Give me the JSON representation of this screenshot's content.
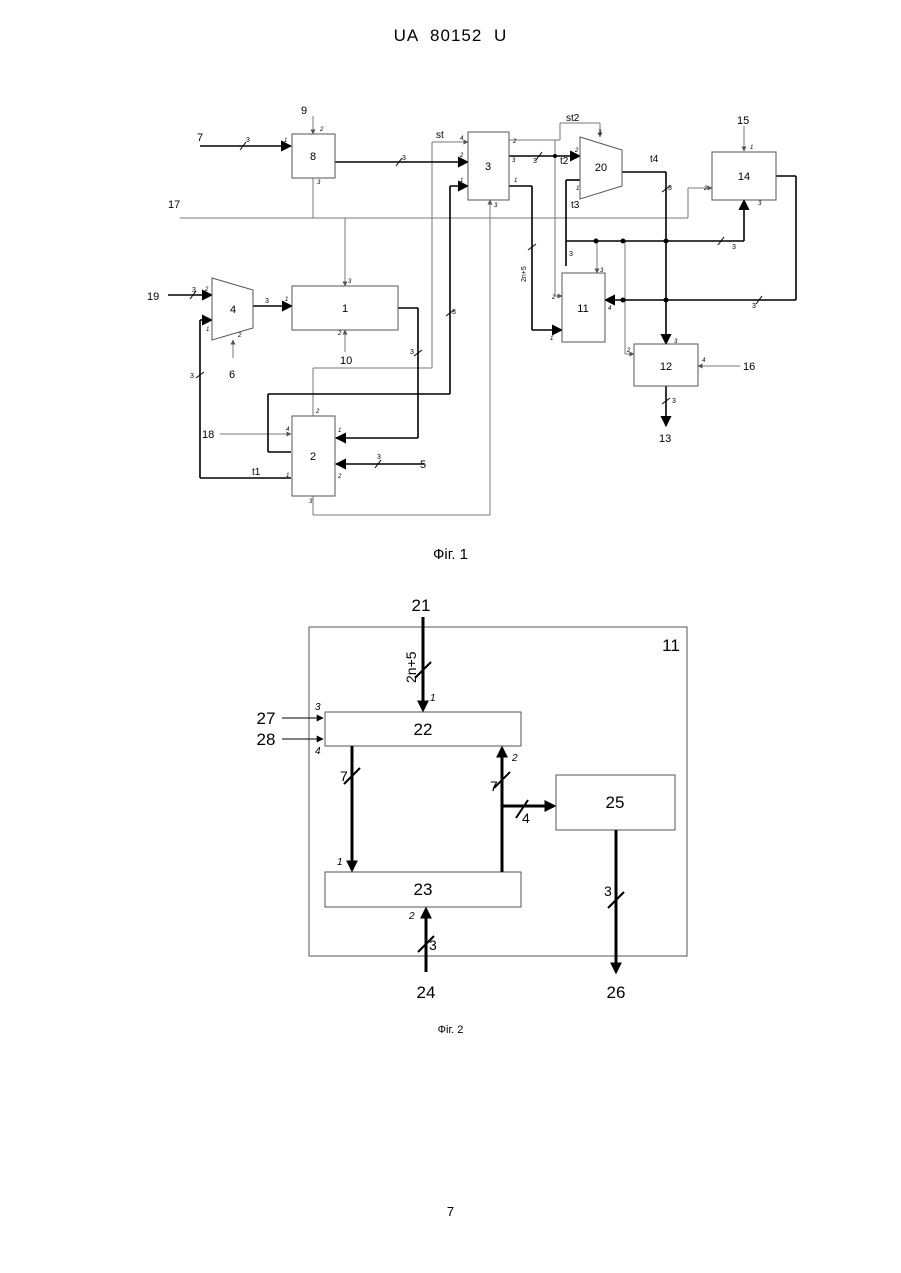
{
  "header": "UA   80152   U",
  "fig1": {
    "caption": "Фіг. 1",
    "blocks": {
      "b1": "1",
      "b2": "2",
      "b3": "3",
      "b4": "4",
      "b8": "8",
      "b11": "11",
      "b12": "12",
      "b14": "14",
      "b20": "20"
    },
    "terminals": {
      "t5": "5",
      "t6": "6",
      "t7": "7",
      "t9": "9",
      "t10": "10",
      "t13": "13",
      "t15": "15",
      "t16": "16",
      "t17": "17",
      "t18": "18",
      "t19": "19"
    },
    "signals": {
      "st": "st",
      "st2": "st2",
      "t1": "t1",
      "t2": "t2",
      "t3": "t3",
      "t4": "t4"
    },
    "bus_widths": {
      "three": "3",
      "two_n5": "2n+5"
    },
    "ports": {
      "p1": "1",
      "p2": "2",
      "p3": "3",
      "p4": "4"
    }
  },
  "fig2": {
    "caption": "Фіг. 2",
    "outer_block": "11",
    "blocks": {
      "b22": "22",
      "b23": "23",
      "b25": "25"
    },
    "terminals": {
      "t21": "21",
      "t24": "24",
      "t26": "26",
      "t27": "27",
      "t28": "28"
    },
    "bus_widths": {
      "w_2n5": "2n+5",
      "w_7a": "7",
      "w_7b": "7",
      "w_4": "4",
      "w_3a": "3",
      "w_3b": "3"
    },
    "ports": {
      "p1a": "1",
      "p1b": "1",
      "p2a": "2",
      "p2b": "2",
      "p3": "3",
      "p4": "4"
    }
  },
  "page_number": "7"
}
